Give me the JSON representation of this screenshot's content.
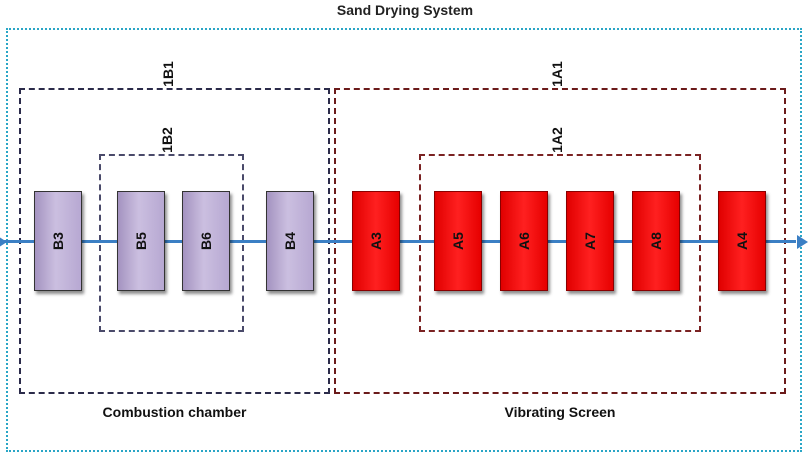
{
  "title": "Sand Drying System",
  "groups": {
    "b1": "1B1",
    "b2": "1B2",
    "a1": "1A1",
    "a2": "1A2"
  },
  "sections": {
    "combustion": "Combustion chamber",
    "vibrating": "Vibrating Screen"
  },
  "blocks": [
    "B3",
    "B5",
    "B6",
    "B4",
    "A3",
    "A5",
    "A6",
    "A7",
    "A8",
    "A4"
  ],
  "colors": {
    "purple_block": "#b7a8d2",
    "red_block": "#ff1a1a",
    "flow_line": "#3b7fc4",
    "outer_frame": "#2aa6c6"
  }
}
